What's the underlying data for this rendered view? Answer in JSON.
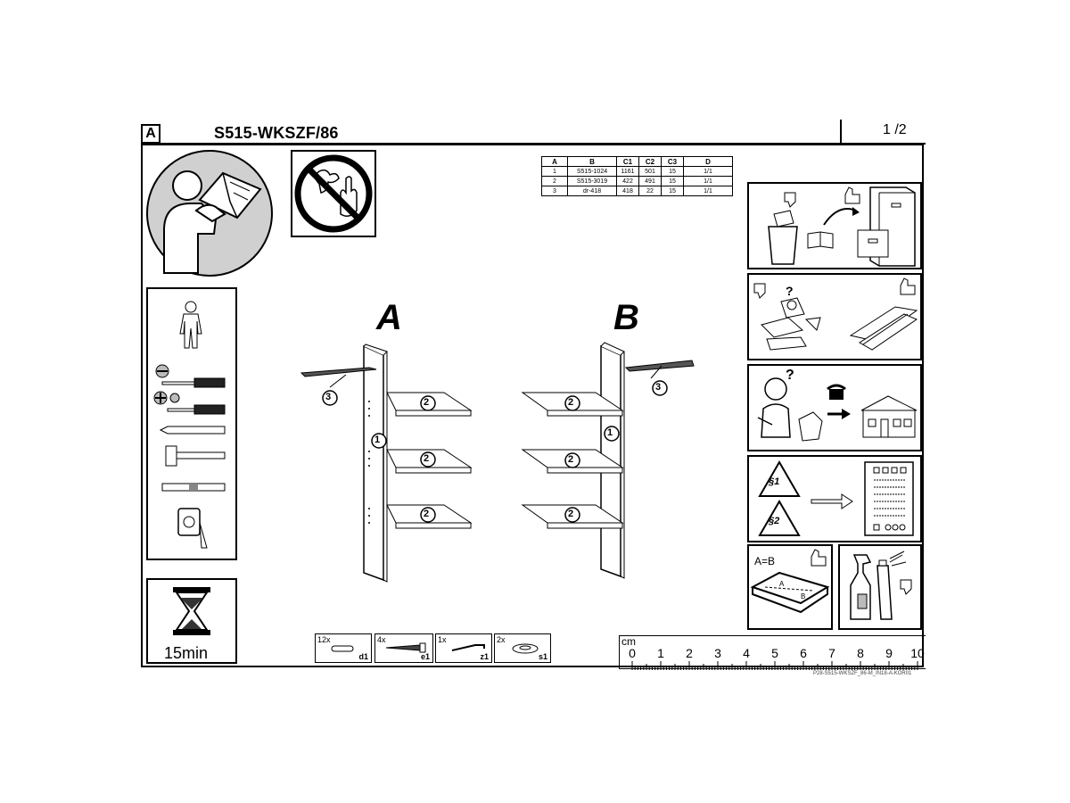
{
  "header": {
    "sheet_letter": "A",
    "model": "S515-WKSZF/86",
    "page": "1 /2"
  },
  "parts_table": {
    "headers": [
      "A",
      "B",
      "C1",
      "C2",
      "C3",
      "D"
    ],
    "rows": [
      [
        "1",
        "S515-1024",
        "1161",
        "501",
        "15",
        "1/1"
      ],
      [
        "2",
        "S515-3019",
        "422",
        "491",
        "15",
        "1/1"
      ],
      [
        "3",
        "dr-418",
        "418",
        "22",
        "15",
        "1/1"
      ]
    ]
  },
  "variants": {
    "a": "A",
    "b": "B"
  },
  "part_labels": {
    "one": "1",
    "two": "2",
    "three": "3"
  },
  "hardware": [
    {
      "qty": "12x",
      "code": "d1"
    },
    {
      "qty": "4x",
      "code": "e1"
    },
    {
      "qty": "1x",
      "code": "z1"
    },
    {
      "qty": "2x",
      "code": "s1"
    }
  ],
  "assembly_time": "15min",
  "ruler": {
    "unit": "cm",
    "ticks": [
      "0",
      "1",
      "2",
      "3",
      "4",
      "5",
      "6",
      "7",
      "8",
      "9",
      "10"
    ]
  },
  "tips": {
    "equal": "A=B",
    "para1": "§1",
    "para2": "§2",
    "question": "?"
  },
  "footer_code": "P28-S515-WKSZF_86-M_IN18-A-KOR01"
}
